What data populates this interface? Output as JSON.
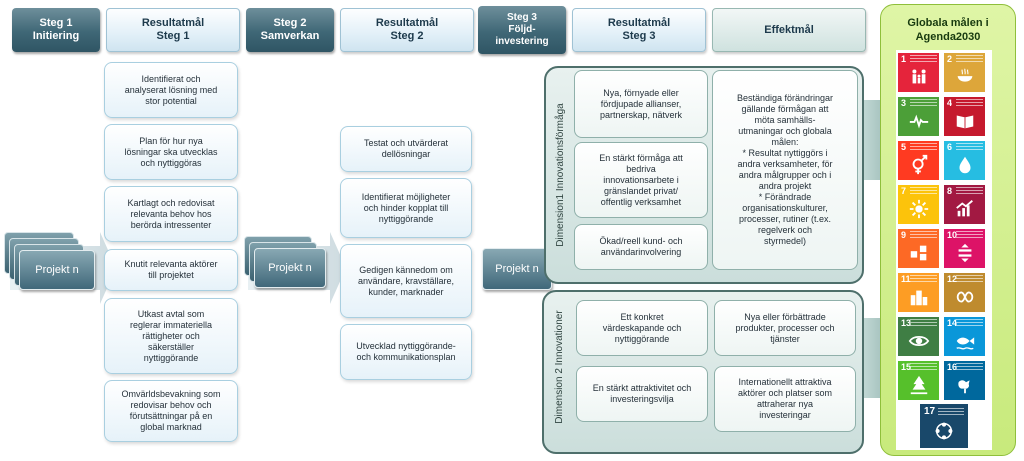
{
  "headers": {
    "steg1": "Steg 1\nInitiering",
    "res1": "Resultatmål\nSteg 1",
    "steg2": "Steg 2\nSamverkan",
    "res2": "Resultatmål\nSteg 2",
    "steg3": "Steg 3\nFöljd-\ninvestering",
    "res3": "Resultatmål\nSteg 3",
    "effekt": "Effektmål",
    "global": "Globala målen i\nAgenda2030"
  },
  "projects": {
    "label": "Projekt n"
  },
  "steg1_results": [
    "Identifierat och\nanalyserat lösning med\nstor potential",
    "Plan för hur nya\nlösningar ska utvecklas\noch nyttiggöras",
    "Kartlagt och redovisat\nrelevanta behov hos\nberörda intressenter",
    "Knutit relevanta aktörer\ntill projektet",
    "Utkast avtal som\nreglerar immateriella\nrättigheter och\nsäkerställer\nnyttiggörande",
    "Omvärldsbevakning som\nredovisar behov och\nförutsättningar på en\nglobal marknad"
  ],
  "steg2_results": [
    "Testat och utvärderat\ndellösningar",
    "Identifierat möjligheter\noch hinder kopplat till\nnyttiggörande",
    "Gedigen kännedom om\nanvändare, kravställare,\nkunder, marknader",
    "Utvecklad nyttiggörande-\noch kommunikationsplan"
  ],
  "dimension1": {
    "label": "Dimension1 Innovationsförmåga",
    "results": [
      "Nya, förnyade eller\nfördjupade allianser,\npartnerskap, nätverk",
      "En stärkt förmåga att\nbedriva\ninnovationsarbete i\ngränslandet privat/\noffentlig verksamhet",
      "Ökad/reell kund- och\nanvändarinvolvering"
    ],
    "effect": "Beständiga förändringar\ngällande förmågan att\nmöta samhälls-\nutmaningar och globala\nmålen:\n* Resultat nyttiggörs i\nandra verksamheter, för\nandra målgrupper och i\nandra projekt\n* Förändrade\norganisationskulturer,\nprocesser, rutiner (t.ex.\nregelverk och\nstyrmedel)"
  },
  "dimension2": {
    "label": "Dimension 2 Innovationer",
    "results": [
      "Ett konkret\nvärdeskapande och\nnyttiggörande",
      "En stärkt attraktivitet och\ninvesteringsvilja"
    ],
    "effects": [
      "Nya eller förbättrade\nprodukter, processer och\ntjänster",
      "Internationellt attraktiva\naktörer och platser som\nattraherar nya\ninvesteringar"
    ]
  },
  "sdg_tiles": [
    {
      "n": "1",
      "color": "#e5243b",
      "icon": "no-poverty-icon"
    },
    {
      "n": "2",
      "color": "#dda63a",
      "icon": "zero-hunger-icon"
    },
    {
      "n": "3",
      "color": "#4c9f38",
      "icon": "good-health-icon"
    },
    {
      "n": "4",
      "color": "#c5192d",
      "icon": "quality-education-icon"
    },
    {
      "n": "5",
      "color": "#ff3a21",
      "icon": "gender-equality-icon"
    },
    {
      "n": "6",
      "color": "#26bde2",
      "icon": "clean-water-icon"
    },
    {
      "n": "7",
      "color": "#fcc30b",
      "icon": "clean-energy-icon"
    },
    {
      "n": "8",
      "color": "#a21942",
      "icon": "decent-work-icon"
    },
    {
      "n": "9",
      "color": "#fd6925",
      "icon": "industry-innovation-icon"
    },
    {
      "n": "10",
      "color": "#dd1367",
      "icon": "reduced-inequalities-icon"
    },
    {
      "n": "11",
      "color": "#fd9d24",
      "icon": "sustainable-cities-icon"
    },
    {
      "n": "12",
      "color": "#bf8b2e",
      "icon": "responsible-consumption-icon"
    },
    {
      "n": "13",
      "color": "#3f7e44",
      "icon": "climate-action-icon"
    },
    {
      "n": "14",
      "color": "#0a97d9",
      "icon": "life-below-water-icon"
    },
    {
      "n": "15",
      "color": "#56c02b",
      "icon": "life-on-land-icon"
    },
    {
      "n": "16",
      "color": "#00689d",
      "icon": "peace-justice-icon"
    }
  ],
  "sdg17": {
    "n": "17",
    "color": "#19486a",
    "icon": "partnerships-icon"
  }
}
